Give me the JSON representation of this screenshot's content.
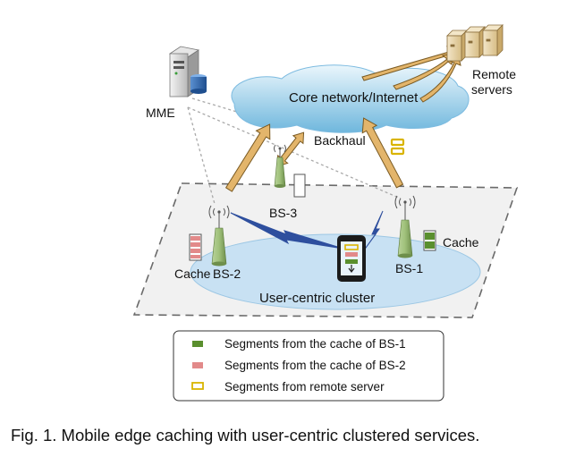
{
  "labels": {
    "core_network": "Core network/Internet",
    "remote_servers_line1": "Remote",
    "remote_servers_line2": "servers",
    "mme": "MME",
    "backhaul": "Backhaul",
    "bs1": "BS-1",
    "bs2": "BS-2",
    "bs3": "BS-3",
    "cache_bs1": "Cache",
    "cache_bs2": "Cache",
    "cluster": "User-centric cluster"
  },
  "legend": [
    {
      "label": "Segments from the cache of BS-1",
      "swatch_color": "#5a8f2e",
      "style": "filled"
    },
    {
      "label": "Segments from the cache of BS-2",
      "swatch_color": "#e28a8a",
      "style": "filled"
    },
    {
      "label": "Segments from remote server",
      "swatch_color": "#d9b400",
      "style": "outline"
    }
  ],
  "caption": "Fig. 1. Mobile edge caching with user-centric clustered services.",
  "colors": {
    "arrow_fill": "#e3b56b",
    "arrow_stroke": "#7a5a22",
    "cloud_top": "#eaf6fc",
    "cloud_bottom": "#6fb7dd",
    "cluster_fill": "#c8e1f3",
    "tower": "#9fc07a",
    "wireless_link": "#2e4f9e",
    "server_box": "#e8d3a6"
  },
  "icons": [
    "mme-server-icon",
    "remote-servers-icon",
    "base-station-icon",
    "smartphone-icon",
    "wireless-link-icon",
    "cache-icon"
  ]
}
